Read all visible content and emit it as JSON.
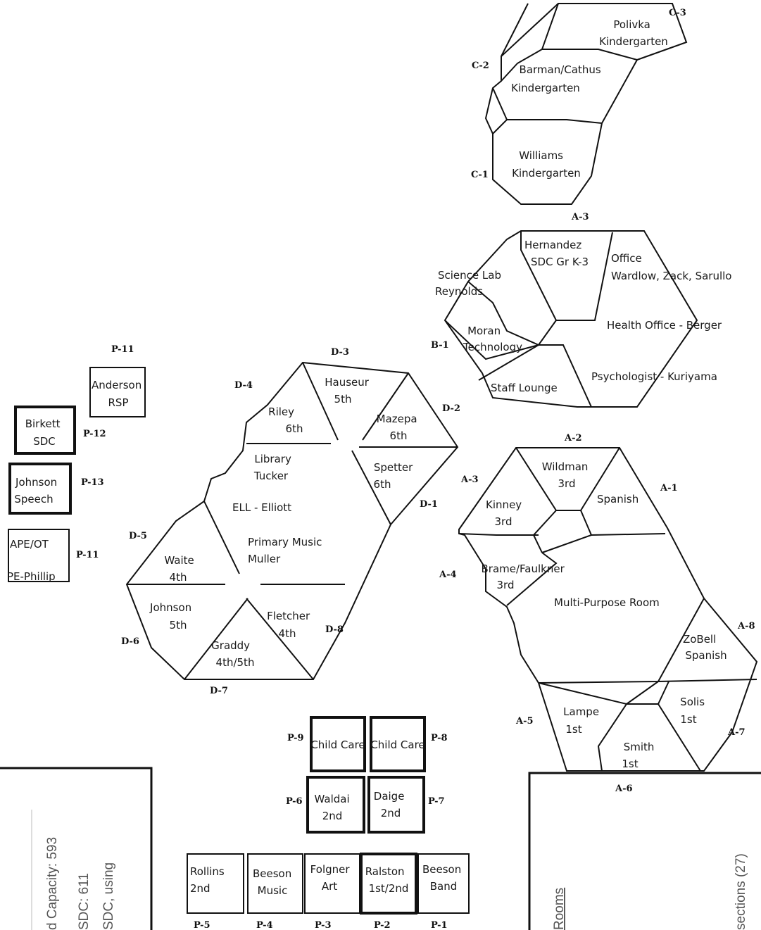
{
  "kindergarten_building": {
    "rooms": {
      "c3": {
        "lines": [
          "Polivka",
          "Kindergarten"
        ]
      },
      "c2": {
        "lines": [
          "Barman/Cathus",
          "Kindergarten"
        ]
      },
      "c1": {
        "lines": [
          "Williams",
          "Kindergarten"
        ]
      }
    },
    "codes": {
      "c3": "C-3",
      "c2": "C-2",
      "c1": "C-1"
    }
  },
  "b_building": {
    "code_top": "A-3",
    "rooms": {
      "hernandez": {
        "lines": [
          "Hernandez",
          "SDC Gr K-3"
        ]
      },
      "office": {
        "lines": [
          "Office",
          "Wardlow, Zack, Sarullo"
        ]
      },
      "science": {
        "lines": [
          "Science Lab",
          "Reynolds"
        ]
      },
      "health": {
        "lines": [
          "Health Office - Berger"
        ]
      },
      "moran": {
        "lines": [
          "Moran",
          "Technology"
        ]
      },
      "staff": {
        "lines": [
          "Staff Lounge"
        ]
      },
      "psych": {
        "lines": [
          "Psychologist  - Kuriyama"
        ]
      }
    },
    "code_left": "B-1"
  },
  "d_building": {
    "codes": {
      "d3": "D-3",
      "d4": "D-4",
      "d2": "D-2",
      "d1": "D-1",
      "d5": "D-5",
      "d6": "D-6",
      "d7": "D-7",
      "d8": "D-8"
    },
    "rooms": {
      "hauseur": {
        "lines": [
          "Hauseur",
          "5th"
        ]
      },
      "riley": {
        "lines": [
          "Riley",
          "6th"
        ]
      },
      "mazepa": {
        "lines": [
          "Mazepa",
          "6th"
        ]
      },
      "library": {
        "lines": [
          "Library",
          "Tucker"
        ]
      },
      "spetter": {
        "lines": [
          "Spetter",
          "6th"
        ]
      },
      "ell": {
        "lines": [
          "ELL - Elliott"
        ]
      },
      "music": {
        "lines": [
          "Primary  Music",
          "Muller"
        ]
      },
      "waite": {
        "lines": [
          "Waite",
          "4th"
        ]
      },
      "johnson": {
        "lines": [
          "Johnson",
          "5th"
        ]
      },
      "fletcher": {
        "lines": [
          "Fletcher",
          "4th"
        ]
      },
      "graddy": {
        "lines": [
          "Graddy",
          "4th/5th"
        ]
      }
    }
  },
  "a_building": {
    "codes": {
      "a2": "A-2",
      "a3": "A-3",
      "a1": "A-1",
      "a4": "A-4",
      "a8": "A-8",
      "a5": "A-5",
      "a7": "A-7",
      "a6": "A-6"
    },
    "rooms": {
      "wildman": {
        "lines": [
          "Wildman",
          "3rd"
        ]
      },
      "kinney": {
        "lines": [
          "Kinney",
          "3rd"
        ]
      },
      "spanish": {
        "lines": [
          "Spanish"
        ]
      },
      "brame": {
        "lines": [
          "Brame/Faulkner",
          "3rd"
        ]
      },
      "mpr": {
        "lines": [
          "Multi-Purpose Room"
        ]
      },
      "zobell": {
        "lines": [
          "ZoBell",
          "Spanish"
        ]
      },
      "lampe": {
        "lines": [
          "Lampe",
          "1st"
        ]
      },
      "solis": {
        "lines": [
          "Solis",
          "1st"
        ]
      },
      "smith": {
        "lines": [
          "Smith",
          "1st"
        ]
      }
    }
  },
  "left_portables": {
    "anderson": {
      "code": "P-11",
      "lines": [
        "Anderson",
        "RSP"
      ]
    },
    "birkett": {
      "code": "P-12",
      "lines": [
        "Birkett",
        "SDC"
      ]
    },
    "johnson_speech": {
      "code": "P-13",
      "lines": [
        "Johnson",
        "Speech"
      ]
    },
    "ape": {
      "code": "P-11",
      "lines": [
        "APE/OT",
        "PE-Phillip"
      ]
    }
  },
  "bottom_portables": {
    "p9": {
      "code": "P-9",
      "lines": [
        "Child Care"
      ]
    },
    "p8": {
      "code": "P-8",
      "lines": [
        "Child Care"
      ]
    },
    "p6": {
      "code": "P-6",
      "lines": [
        "Waldai",
        "2nd"
      ]
    },
    "p7": {
      "code": "P-7",
      "lines": [
        "Daige",
        "2nd"
      ]
    },
    "p5": {
      "code": "P-5",
      "lines": [
        "Rollins",
        "2nd"
      ]
    },
    "p4": {
      "code": "P-4",
      "lines": [
        "Beeson",
        "Music"
      ]
    },
    "p3": {
      "code": "P-3",
      "lines": [
        "Folgner",
        "Art"
      ]
    },
    "p2": {
      "code": "P-2",
      "lines": [
        "Ralston",
        "1st/2nd"
      ]
    },
    "p1": {
      "code": "P-1",
      "lines": [
        "Beeson",
        "Band"
      ]
    }
  },
  "left_panel": {
    "lines": [
      "d Capacity: 593",
      "SDC: 611",
      "SDC, using"
    ]
  },
  "right_panel": {
    "rooms_label": "Rooms",
    "sections_text": "sections (27)"
  }
}
